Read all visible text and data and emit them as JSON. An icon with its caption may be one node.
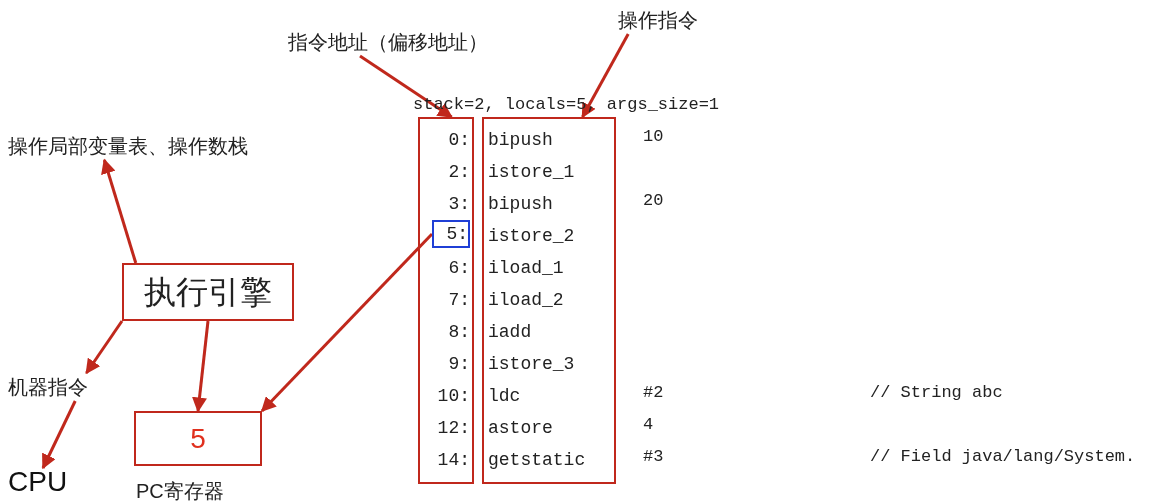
{
  "diagram": {
    "nodes": [
      {
        "text": [
          "操作局部变量表、操作数栈"
        ]
      },
      {
        "text": [
          "执行引擎"
        ]
      },
      {
        "text": [
          "机器指令"
        ]
      },
      {
        "text": [
          "CPU"
        ]
      },
      {
        "text": [
          "5"
        ],
        "beside": [
          "PC寄存器"
        ]
      },
      {
        "text": [
          "指令地址（偏移地址）"
        ]
      },
      {
        "text": [
          "操作指令"
        ]
      },
      {
        "text": [
          "0:",
          "2:",
          "3:",
          "6:",
          "7:",
          "8:",
          "9:",
          "10:",
          "12:",
          "14:"
        ]
      },
      {
        "text": [
          "bipush",
          "istore_1",
          "bipush",
          "istore_2",
          "iload_1",
          "iload_2",
          "iadd",
          "istore_3",
          "ldc",
          "astore",
          "getstatic"
        ]
      },
      {
        "text": [
          "5:"
        ],
        "in": 7
      }
    ],
    "edges": [
      {
        "from": 1,
        "to": 0,
        "arrow": "to"
      },
      {
        "from": 1,
        "to": 2,
        "arrow": "to"
      },
      {
        "from": 2,
        "to": 3,
        "arrow": "to"
      },
      {
        "from": 1,
        "to": 4,
        "arrow": "to"
      },
      {
        "from": 9,
        "to": 4,
        "arrow": "to"
      },
      {
        "from": 5,
        "to": 7,
        "arrow": "to"
      },
      {
        "from": 6,
        "to": 8,
        "arrow": "to"
      }
    ],
    "labels": [
      "stack=2, locals=5, args_size=1",
      "10",
      "20",
      "#2",
      "// String abc",
      "4",
      "#3",
      "// Field java/lang/System."
    ]
  }
}
